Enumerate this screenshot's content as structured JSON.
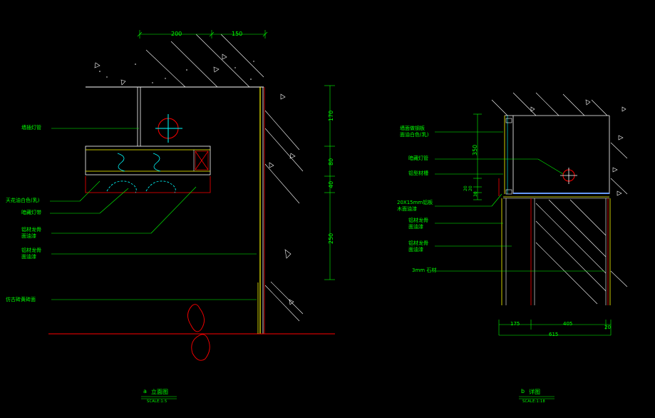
{
  "colors": {
    "background": "#000000",
    "annotation": "#00ff00",
    "outline": "#ffffff",
    "wall": "#ffff00",
    "accent": "#ff0000",
    "fixture": "#00ffff",
    "cable": "#6699ff"
  },
  "left_drawing": {
    "labels": [
      "墙插灯管",
      "天花油白色(乳)",
      "暗藏灯带",
      "铝材龙骨\n面油漆",
      "铝材龙骨\n面油漆",
      "仿古砖黄砖面"
    ],
    "dims_top": [
      "200",
      "150"
    ],
    "dims_right": [
      "170",
      "80",
      "40",
      "250"
    ],
    "title": "立面图",
    "title_symbol": "a",
    "scale": "SCALE:1:5"
  },
  "right_drawing": {
    "labels": [
      "墙面做钢板\n面油白色(乳)",
      "暗藏灯管",
      "铝型材槽",
      "20X15mm铝板\n木面油漆",
      "铝材龙骨\n面油漆",
      "铝材龙骨\n面油漆",
      "3mm 石材"
    ],
    "dims_left": [
      "350",
      "20",
      "20",
      "30"
    ],
    "dims_bottom": [
      "175",
      "405",
      "20"
    ],
    "dim_total": "615",
    "title": "详图",
    "title_symbol": "b",
    "scale": "SCALE:1:18"
  }
}
